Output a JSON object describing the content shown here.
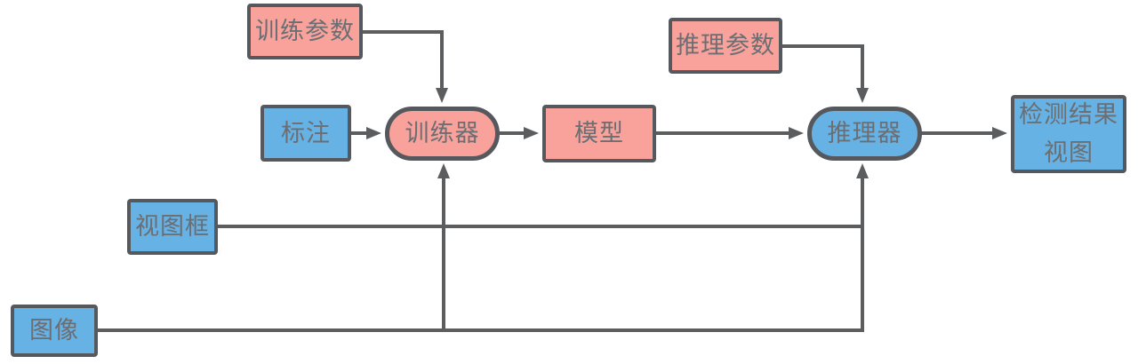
{
  "diagram_title": "training-inference-pipeline-flowchart",
  "colors": {
    "background": "#ffffff",
    "pink_fill": "#f9a29c",
    "blue_fill": "#67b2e4",
    "border": "#55585c",
    "line": "#5b5d5f",
    "text": "#6b6e72"
  },
  "nodes": {
    "train_params": {
      "label": "训练参数",
      "shape": "rect",
      "fill": "pink"
    },
    "annotation": {
      "label": "标注",
      "shape": "rect",
      "fill": "blue"
    },
    "trainer": {
      "label": "训练器",
      "shape": "stadium",
      "fill": "pink"
    },
    "model": {
      "label": "模型",
      "shape": "rect",
      "fill": "pink"
    },
    "infer_params": {
      "label": "推理参数",
      "shape": "rect",
      "fill": "pink"
    },
    "inferencer": {
      "label": "推理器",
      "shape": "stadium",
      "fill": "blue"
    },
    "result_view": {
      "line1": "检测结果",
      "line2": "视图",
      "shape": "rect",
      "fill": "blue"
    },
    "view_frame": {
      "label": "视图框",
      "shape": "rect",
      "fill": "blue"
    },
    "image": {
      "label": "图像",
      "shape": "rect",
      "fill": "blue"
    }
  },
  "edges": [
    {
      "from": "train_params",
      "to": "trainer",
      "via": "top",
      "arrow": true
    },
    {
      "from": "annotation",
      "to": "trainer",
      "via": "left",
      "arrow": true
    },
    {
      "from": "trainer",
      "to": "model",
      "via": "left",
      "arrow": true
    },
    {
      "from": "model",
      "to": "inferencer",
      "via": "left",
      "arrow": true
    },
    {
      "from": "infer_params",
      "to": "inferencer",
      "via": "top",
      "arrow": true
    },
    {
      "from": "inferencer",
      "to": "result_view",
      "via": "left",
      "arrow": true
    },
    {
      "from": "view_frame",
      "to": "bus-riser",
      "via": "horizontal",
      "arrow": false
    },
    {
      "from": "image",
      "to": "inferencer",
      "via": "bottom",
      "arrow": true
    },
    {
      "from": "bus",
      "to": "trainer",
      "via": "bottom",
      "arrow": true
    }
  ]
}
